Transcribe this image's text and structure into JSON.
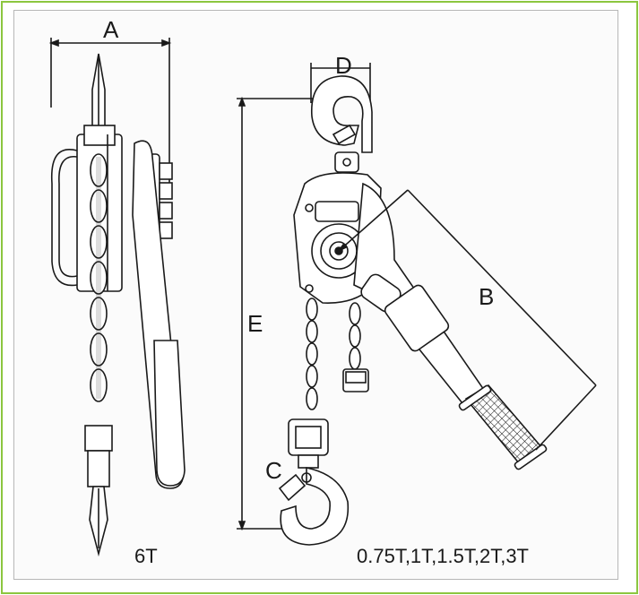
{
  "dimension_labels": {
    "a": "A",
    "b": "B",
    "c": "C",
    "d": "D",
    "e": "E"
  },
  "captions": {
    "left_model": "6T",
    "right_models": "0.75T,1T,1.5T,2T,3T"
  },
  "colors": {
    "frame_border": "#8cc63f",
    "inner_border": "#b7b7b7",
    "line": "#1a1a1a"
  }
}
